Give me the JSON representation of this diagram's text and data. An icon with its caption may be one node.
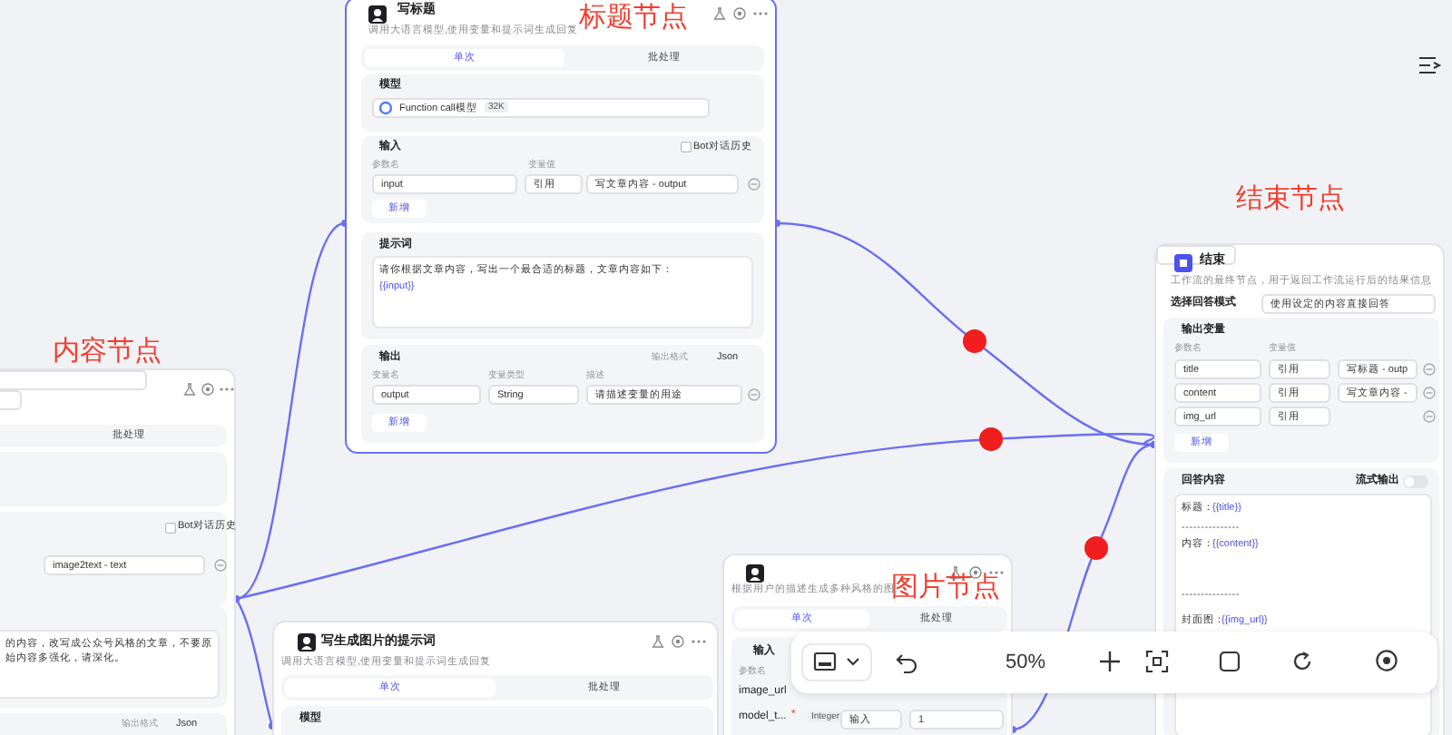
{
  "diagram": {
    "nodes": [
      {
        "text": [
          "批处理",
          "Bot对话历史",
          "image2text - text",
          "的内容，改写成公众号风格的文章，不要原始内容多强化，请深化。",
          "输出格式",
          "Json"
        ],
        "beside": [
          "内容节点"
        ]
      },
      {
        "text": [
          "写标题",
          "调用大语言模型,使用变量和提示词生成回复",
          "单次",
          "批处理",
          "模型",
          "Function call模型",
          "32K",
          "输入",
          "Bot对话历史",
          "参数名",
          "变量值",
          "input",
          "引用",
          "写文章内容 - output",
          "新增",
          "提示词",
          "请你根据文章内容，写出一个最合适的标题，文章内容如下：",
          "{{input}}",
          "输出",
          "输出格式",
          "Json",
          "变量名",
          "变量类型",
          "描述",
          "output",
          "String",
          "请描述变量的用途",
          "新增",
          "标题节点"
        ]
      },
      {
        "text": [
          "结束",
          "工作流的最终节点，用于返回工作流运行后的结果信息",
          "选择回答模式",
          "使用设定的内容直接回答",
          "输出变量",
          "参数名",
          "变量值",
          "title",
          "引用",
          "写标题 - outp",
          "content",
          "引用",
          "写文章内容 -",
          "img_url",
          "引用",
          "新增",
          "回答内容",
          "流式输出",
          "标题：",
          "{{title}}",
          "---------------",
          "内容：",
          "{{content}}",
          "---------------",
          "封面图：",
          "{{img_url}}"
        ],
        "beside": [
          "结束节点"
        ]
      },
      {
        "text": [
          "写生成图片的提示词",
          "调用大语言模型,使用变量和提示词生成回复",
          "单次",
          "批处理",
          "模型"
        ]
      },
      {
        "text": [
          "根据用户的描述生成多种风格的图",
          "单次",
          "批处理",
          "输入",
          "参数名",
          "image_url",
          "model_t...",
          "*",
          "Integer",
          "输入",
          "1",
          "图片节点"
        ]
      }
    ],
    "edges": [
      {
        "from": 0,
        "to": 1,
        "arrow": "other"
      },
      {
        "from": 0,
        "to": 2,
        "arrow": "other"
      },
      {
        "from": 0,
        "to": 3,
        "arrow": "other"
      },
      {
        "from": 1,
        "to": 2,
        "arrow": "other"
      },
      {
        "from": 4,
        "to": 2,
        "arrow": "other"
      }
    ],
    "labels": [
      "50%"
    ]
  }
}
